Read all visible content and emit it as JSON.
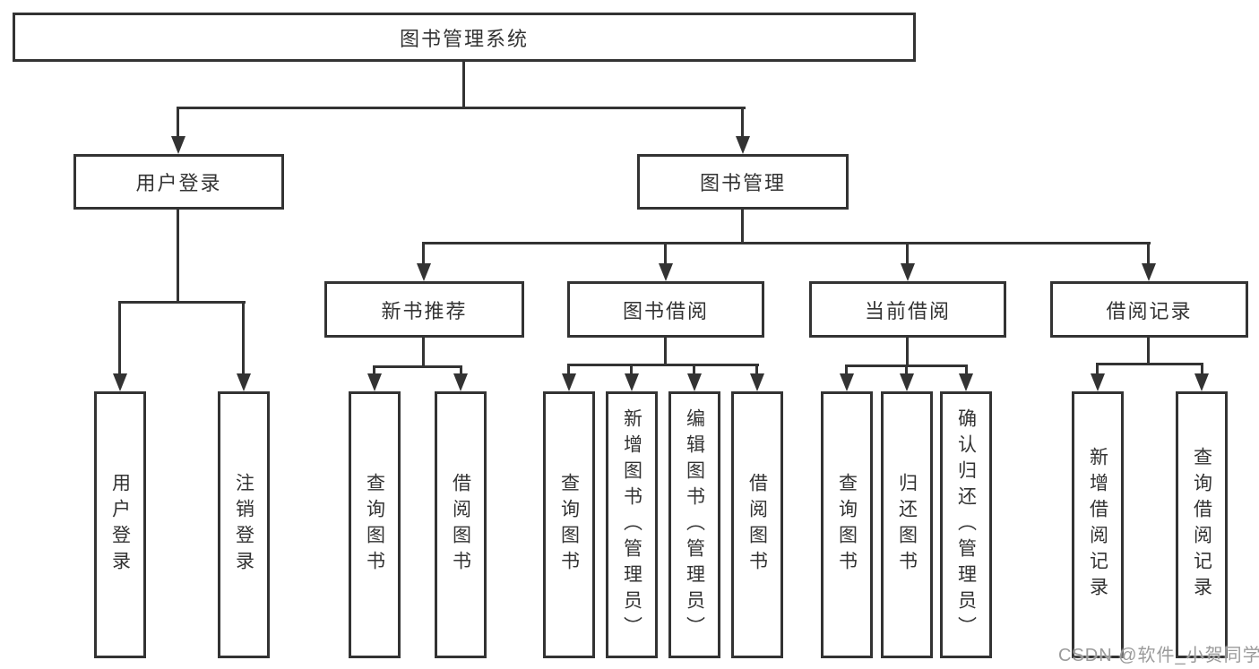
{
  "diagram": {
    "title": "图书管理系统",
    "root": {
      "label": "图书管理系统"
    },
    "branches": [
      {
        "label": "用户登录",
        "children": [
          {
            "label": "用户登录"
          },
          {
            "label": "注销登录"
          }
        ]
      },
      {
        "label": "图书管理",
        "children": [
          {
            "label": "新书推荐",
            "children": [
              {
                "label": "查询图书"
              },
              {
                "label": "借阅图书"
              }
            ]
          },
          {
            "label": "图书借阅",
            "children": [
              {
                "label": "查询图书"
              },
              {
                "label": "新增图书（管理员）"
              },
              {
                "label": "编辑图书（管理员）"
              },
              {
                "label": "借阅图书"
              }
            ]
          },
          {
            "label": "当前借阅",
            "children": [
              {
                "label": "查询图书"
              },
              {
                "label": "归还图书"
              },
              {
                "label": "确认归还（管理员）"
              }
            ]
          },
          {
            "label": "借阅记录",
            "children": [
              {
                "label": "新增借阅记录"
              },
              {
                "label": "查询借阅记录"
              }
            ]
          }
        ]
      }
    ]
  },
  "watermark": {
    "text": "CSDN @软件_小贺同学",
    "color": "#9b9b9b"
  },
  "colors": {
    "line": "#333333",
    "box_border": "#333333",
    "box_fill": "#ffffff",
    "background": "#ffffff",
    "text": "#333333"
  }
}
